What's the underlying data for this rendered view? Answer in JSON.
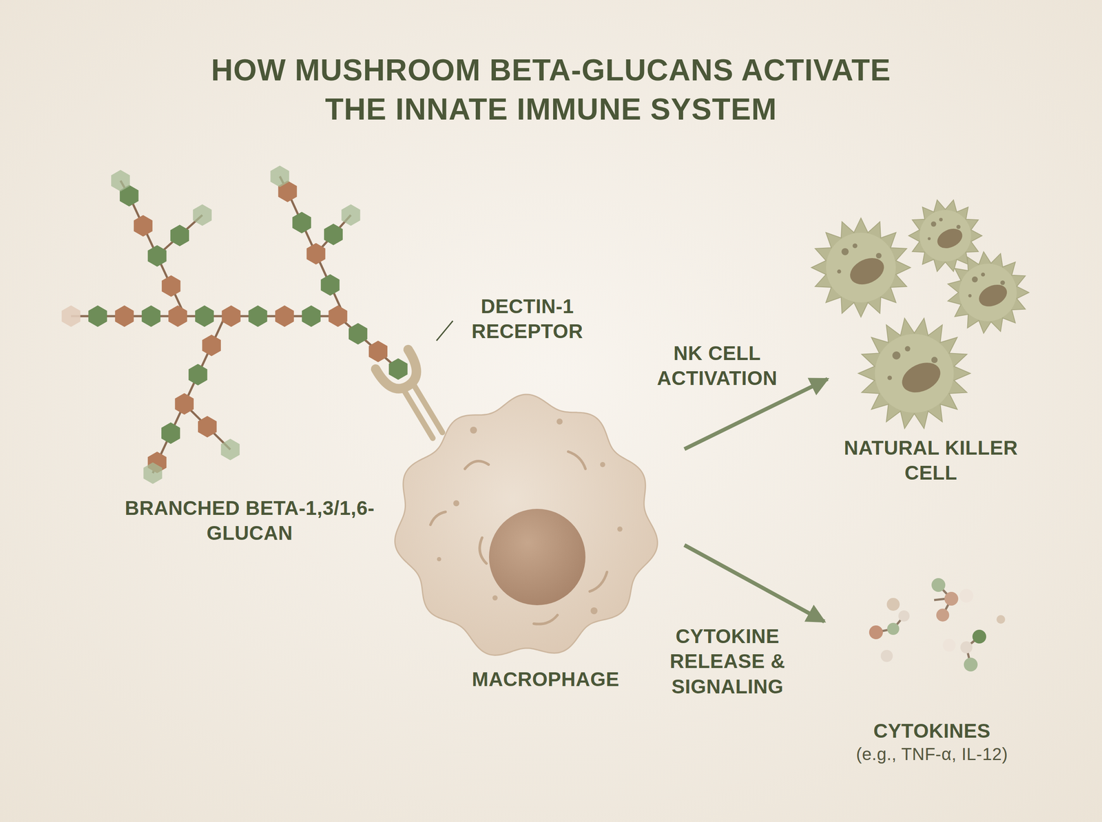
{
  "diagram": {
    "title": "HOW MUSHROOM BETA-GLUCANS ACTIVATE THE INNATE IMMUNE SYSTEM",
    "nodes": [
      {
        "text": [
          "BRANCHED BETA-1,3/1,6-GLUCAN"
        ]
      },
      {
        "text": [
          "MACROPHAGE"
        ]
      },
      {
        "text": [
          "NATURAL KILLER CELL"
        ]
      },
      {
        "text": [
          "CYTOKINES",
          "(e.g., TNF-α, IL-12)"
        ]
      }
    ],
    "edges": [
      {
        "from": 1,
        "to": 2,
        "label": "NK CELL ACTIVATION",
        "arrow": "to"
      },
      {
        "from": 1,
        "to": 3,
        "label": "CYTOKINE RELEASE & SIGNALING",
        "arrow": "to"
      }
    ],
    "labels": [
      "DECTIN-1 RECEPTOR"
    ]
  }
}
